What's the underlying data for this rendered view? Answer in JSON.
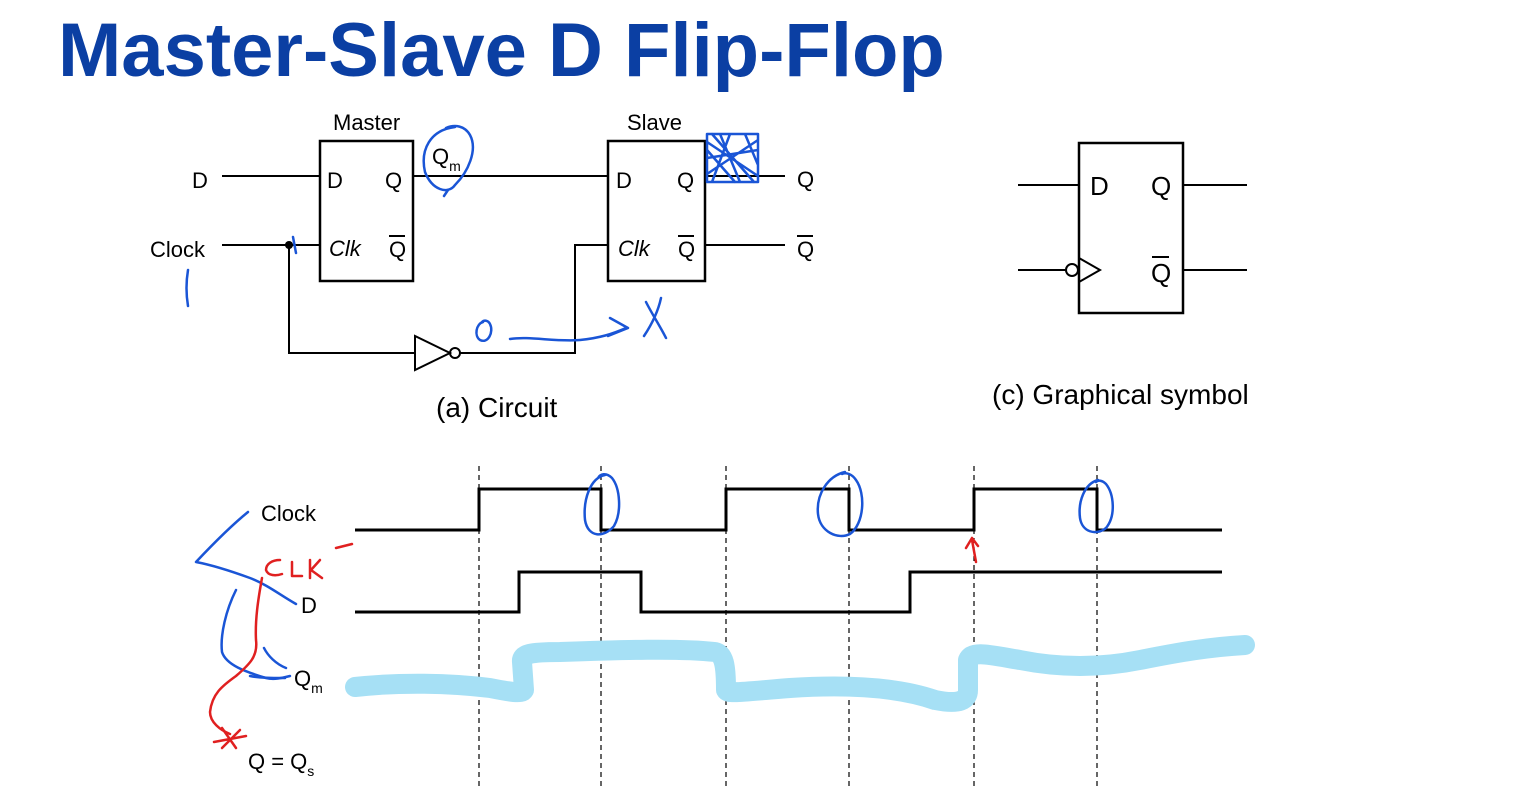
{
  "title": "Master-Slave D Flip-Flop",
  "circuit": {
    "master_label": "Master",
    "slave_label": "Slave",
    "input_d": "D",
    "input_clock": "Clock",
    "pin_d": "D",
    "pin_q": "Q",
    "pin_clk": "Clk",
    "pin_qbar": "Q",
    "qm_main": "Q",
    "qm_sub": "m",
    "out_q": "Q",
    "out_qbar": "Q",
    "caption": "(a) Circuit"
  },
  "symbol": {
    "pin_d": "D",
    "pin_q": "Q",
    "pin_qbar": "Q",
    "caption": "(c) Graphical symbol"
  },
  "timing": {
    "signals": {
      "clock": "Clock",
      "d": "D",
      "qm_main": "Q",
      "qm_sub": "m",
      "qs_main": "Q = Q",
      "qs_sub": "s"
    },
    "clock_levels": [
      0,
      1,
      0,
      1,
      0,
      1,
      0
    ],
    "d_levels": [
      0,
      1,
      0,
      1
    ]
  },
  "annotations": {
    "red_note": "CLK",
    "ink_blue": "#1a55d6",
    "ink_red": "#e02020",
    "highlight": "#a6e0f5"
  },
  "colors": {
    "title": "#0b3fa3"
  }
}
